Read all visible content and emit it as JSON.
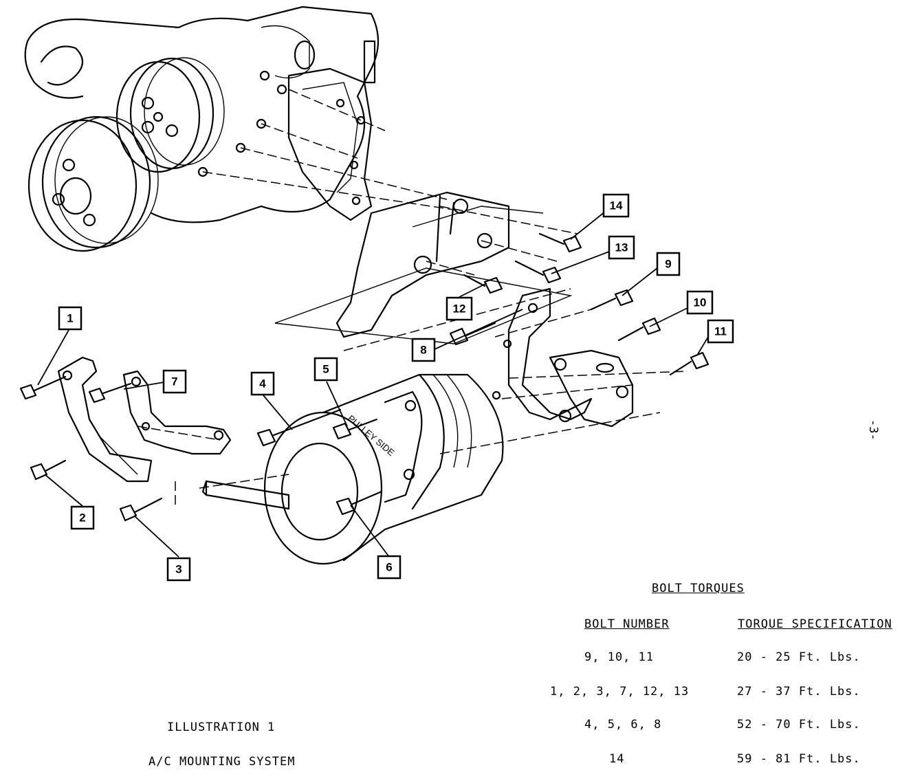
{
  "page_number": "-3-",
  "illustration": {
    "title": "ILLUSTRATION 1",
    "subtitle": "A/C MOUNTING SYSTEM",
    "callouts": [
      "1",
      "2",
      "3",
      "4",
      "5",
      "6",
      "7",
      "8",
      "9",
      "10",
      "11",
      "12",
      "13",
      "14"
    ],
    "compressor_label": "PULLEY SIDE"
  },
  "torque_table": {
    "title": "BOLT TORQUES",
    "headers": [
      "BOLT NUMBER",
      "TORQUE SPECIFICATION"
    ],
    "rows": [
      {
        "bolts": "9, 10, 11",
        "torque": "20 - 25 Ft. Lbs."
      },
      {
        "bolts": "1, 2, 3, 7, 12, 13",
        "torque": "27 - 37 Ft. Lbs."
      },
      {
        "bolts": "4, 5, 6, 8",
        "torque": "52 - 70 Ft. Lbs."
      },
      {
        "bolts": "14",
        "torque": "59 - 81 Ft. Lbs."
      }
    ]
  }
}
